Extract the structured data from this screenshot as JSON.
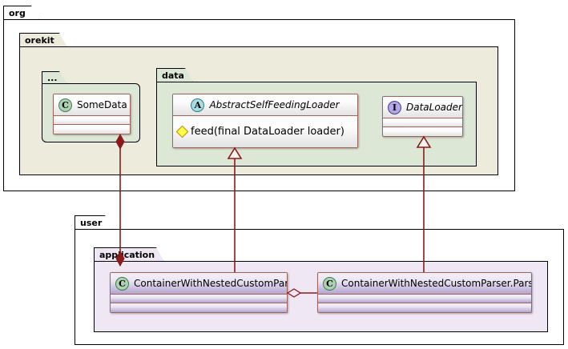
{
  "diagram": {
    "type": "uml-class-diagram",
    "colors": {
      "package_white": "#FFFFFF",
      "package_beige": "#ECEBDC",
      "package_green": "#DDE7D5",
      "package_lavender": "#EFE7F4",
      "class_border": "#A1645A",
      "edge_line": "#8B1A1A",
      "badge_class": "#ADD1B2",
      "badge_abstract": "#A9DCDF",
      "badge_interface": "#B4A7E5",
      "visibility_protected": "#FFFF44"
    }
  },
  "packages": {
    "org": {
      "label": "org"
    },
    "orekit": {
      "label": "orekit"
    },
    "ellipsis": {
      "label": "..."
    },
    "data": {
      "label": "data"
    },
    "user": {
      "label": "user"
    },
    "application": {
      "label": "application"
    }
  },
  "classes": {
    "some_data": {
      "name": "SomeData",
      "stereotype": "C",
      "stereotype_name": "class",
      "italic": false,
      "members": []
    },
    "abstract_self_feeding_loader": {
      "name": "AbstractSelfFeedingLoader",
      "stereotype": "A",
      "stereotype_name": "abstract-class",
      "italic": true,
      "members": [
        {
          "visibility": "protected",
          "signature": "feed(final DataLoader loader)"
        }
      ]
    },
    "data_loader": {
      "name": "DataLoader",
      "stereotype": "I",
      "stereotype_name": "interface",
      "italic": true,
      "members": []
    },
    "container_with_nested_custom_parser": {
      "name": "ContainerWithNestedCustomParser",
      "stereotype": "C",
      "stereotype_name": "class",
      "italic": false,
      "members": []
    },
    "container_with_nested_custom_parser_parser": {
      "name": "ContainerWithNestedCustomParser.Parser",
      "stereotype": "C",
      "stereotype_name": "class",
      "italic": false,
      "members": []
    }
  },
  "relationships": [
    {
      "from": "container_with_nested_custom_parser",
      "to": "some_data",
      "type": "composition",
      "marker": "filled-diamond"
    },
    {
      "from": "container_with_nested_custom_parser",
      "to": "abstract_self_feeding_loader",
      "type": "generalization",
      "marker": "hollow-triangle"
    },
    {
      "from": "container_with_nested_custom_parser_parser",
      "to": "data_loader",
      "type": "realization",
      "marker": "hollow-triangle"
    },
    {
      "from": "container_with_nested_custom_parser",
      "to": "container_with_nested_custom_parser_parser",
      "type": "aggregation",
      "marker": "hollow-diamond"
    }
  ]
}
